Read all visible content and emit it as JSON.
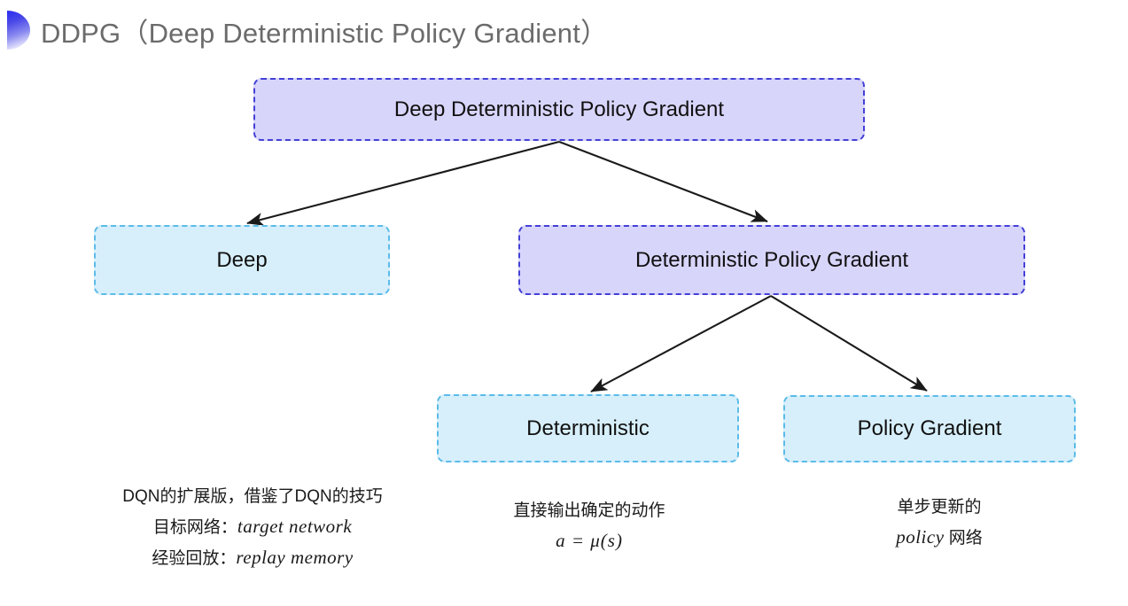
{
  "slide": {
    "title": "DDPG（Deep Deterministic Policy Gradient）",
    "bullet_icon": "half-disc-gradient-icon",
    "title_color": "#6b6b6b",
    "background": "#ffffff"
  },
  "palette": {
    "purple_fill": "#d8d5fb",
    "purple_border": "#4340d6",
    "cyan_fill": "#d7effb",
    "cyan_border": "#5bbbe8",
    "arrow_color": "#1a1a1a",
    "text_color": "#111111"
  },
  "diagram": {
    "type": "tree",
    "nodes": [
      {
        "id": "root",
        "label": "Deep Deterministic Policy Gradient",
        "style": "purple",
        "level": 0
      },
      {
        "id": "deep",
        "label": "Deep",
        "style": "cyan",
        "level": 1
      },
      {
        "id": "dpg",
        "label": "Deterministic Policy Gradient",
        "style": "purple",
        "level": 1
      },
      {
        "id": "det",
        "label": "Deterministic",
        "style": "cyan",
        "level": 2
      },
      {
        "id": "pg",
        "label": "Policy Gradient",
        "style": "cyan",
        "level": 2
      }
    ],
    "edges": [
      {
        "from": "root",
        "to": "deep"
      },
      {
        "from": "root",
        "to": "dpg"
      },
      {
        "from": "dpg",
        "to": "det"
      },
      {
        "from": "dpg",
        "to": "pg"
      }
    ]
  },
  "annotations": {
    "deep": {
      "line1": "DQN的扩展版，借鉴了DQN的技巧",
      "line2_label": "目标网络：",
      "line2_term": "target network",
      "line3_label": "经验回放：",
      "line3_term": "replay memory"
    },
    "deterministic": {
      "line1": "直接输出确定的动作",
      "formula": "a = μ(s)"
    },
    "policy_gradient": {
      "line1": "单步更新的",
      "line2_term": "policy",
      "line2_rest": " 网络"
    }
  }
}
